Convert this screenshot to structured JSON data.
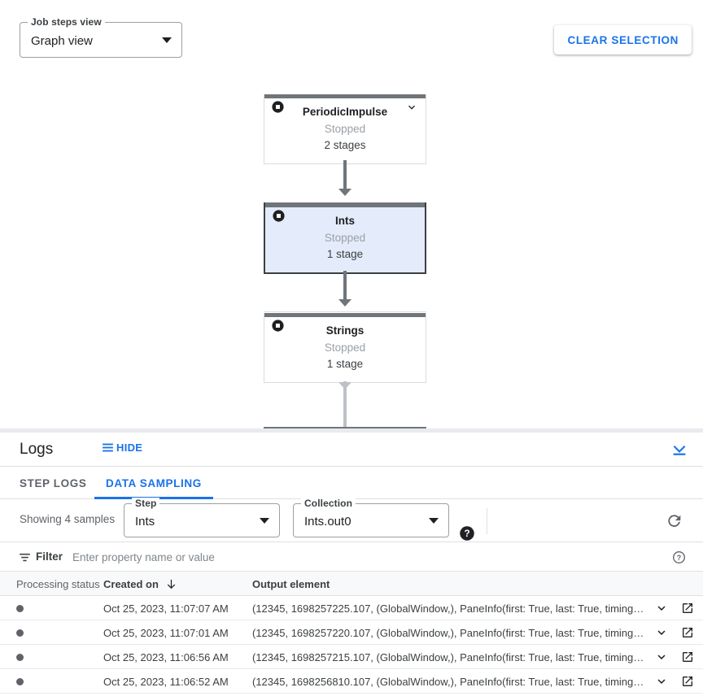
{
  "toolbar": {
    "job_steps_view": {
      "label": "Job steps view",
      "value": "Graph view"
    },
    "clear_selection_label": "CLEAR SELECTION"
  },
  "graph": {
    "nodes": [
      {
        "name": "PeriodicImpulse",
        "status": "Stopped",
        "stages": "2 stages",
        "selected": false,
        "has_chevron": true
      },
      {
        "name": "Ints",
        "status": "Stopped",
        "stages": "1 stage",
        "selected": true,
        "has_chevron": false
      },
      {
        "name": "Strings",
        "status": "Stopped",
        "stages": "1 stage",
        "selected": false,
        "has_chevron": false
      }
    ]
  },
  "logs": {
    "title": "Logs",
    "hide_label": "HIDE",
    "tabs": [
      {
        "label": "STEP LOGS",
        "active": false
      },
      {
        "label": "DATA SAMPLING",
        "active": true
      }
    ]
  },
  "sampling": {
    "showing_label": "Showing 4 samples",
    "step": {
      "label": "Step",
      "value": "Ints"
    },
    "collection": {
      "label": "Collection",
      "value": "Ints.out0"
    }
  },
  "filter": {
    "label": "Filter",
    "placeholder": "Enter property name or value",
    "value": ""
  },
  "table": {
    "columns": [
      "Processing status",
      "Created on",
      "Output element"
    ],
    "sort_column": "Created on",
    "sort_direction": "desc",
    "rows": [
      {
        "created_on": "Oct 25, 2023, 11:07:07 AM",
        "output_element": "(12345, 1698257225.107, (GlobalWindow,), PaneInfo(first: True, last: True, timing…"
      },
      {
        "created_on": "Oct 25, 2023, 11:07:01 AM",
        "output_element": "(12345, 1698257220.107, (GlobalWindow,), PaneInfo(first: True, last: True, timing…"
      },
      {
        "created_on": "Oct 25, 2023, 11:06:56 AM",
        "output_element": "(12345, 1698257215.107, (GlobalWindow,), PaneInfo(first: True, last: True, timing…"
      },
      {
        "created_on": "Oct 25, 2023, 11:06:52 AM",
        "output_element": "(12345, 1698256810.107, (GlobalWindow,), PaneInfo(first: True, last: True, timing…"
      }
    ]
  },
  "colors": {
    "accent_blue": "#1a73e8",
    "node_bar": "#70757a",
    "node_selected_bg": "#e4ecfb",
    "status_dot": "#5f6368"
  }
}
